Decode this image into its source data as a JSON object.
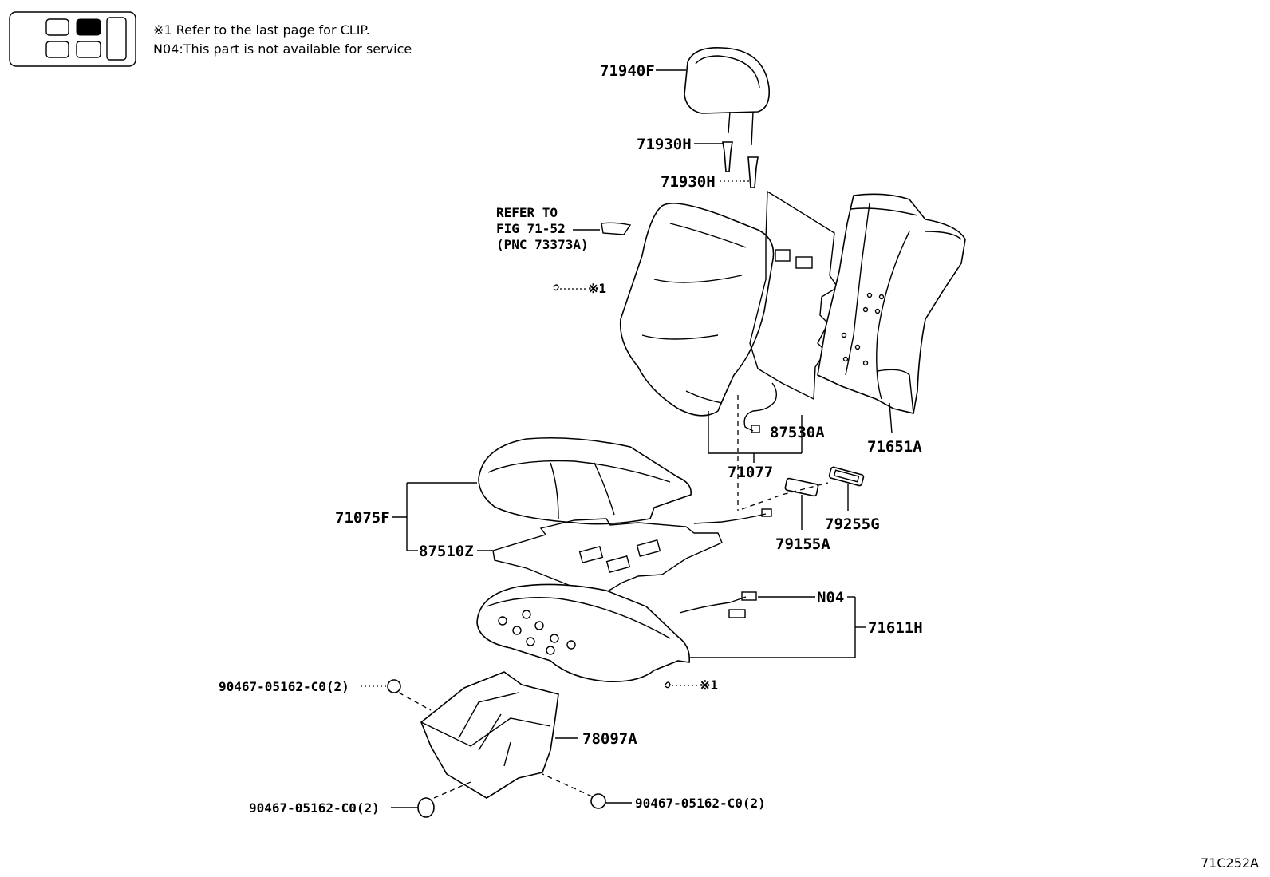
{
  "notes": {
    "line1": "※1  Refer to the last page for CLIP.",
    "line2": "N04:This part is not available for service"
  },
  "figure_id": "71C252A",
  "labels": {
    "p71940F": "71940F",
    "p71930H_a": "71930H",
    "p71930H_b": "71930H",
    "refer_1": "REFER TO",
    "refer_2": "FIG 71-52",
    "refer_3": "(PNC 73373A)",
    "clip_upper": "※1",
    "clip_lower": "※1",
    "p87530A": "87530A",
    "p71651A": "71651A",
    "p71077": "71077",
    "p71075F": "71075F",
    "p87510Z": "87510Z",
    "p79155A": "79155A",
    "p79255G": "79255G",
    "pN04": "N04",
    "p71611H": "71611H",
    "p78097A": "78097A",
    "bolt_top": "90467-05162-C0(2)",
    "bolt_bottom_left": "90467-05162-C0(2)",
    "bolt_bottom_right": "90467-05162-C0(2)"
  }
}
